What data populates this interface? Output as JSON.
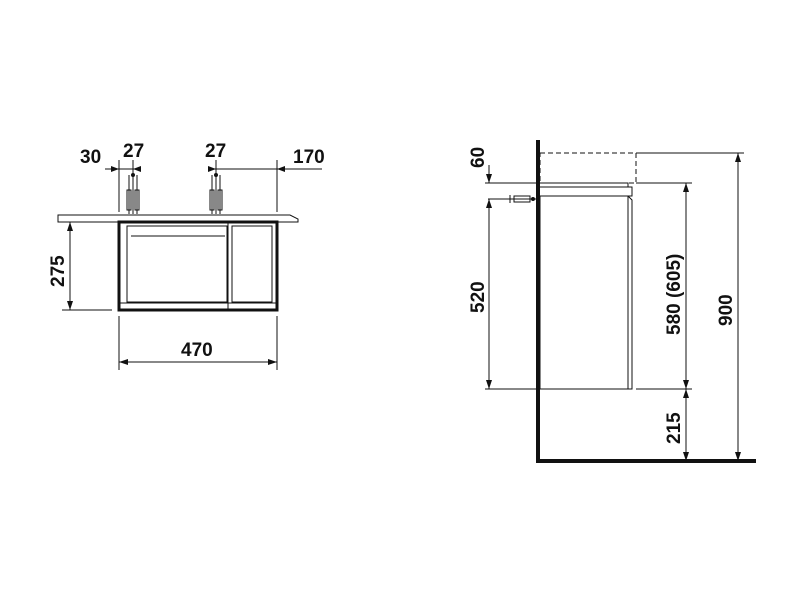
{
  "front_view": {
    "dims": {
      "left_offset": "30",
      "pipe_left": "27",
      "pipe_right": "27",
      "right_offset": "170",
      "height": "275",
      "width": "470"
    }
  },
  "side_view": {
    "dims": {
      "top_gap": "60",
      "inner_height": "520",
      "cabinet_height": "580 (605)",
      "total_height": "900",
      "floor_gap": "215"
    }
  }
}
